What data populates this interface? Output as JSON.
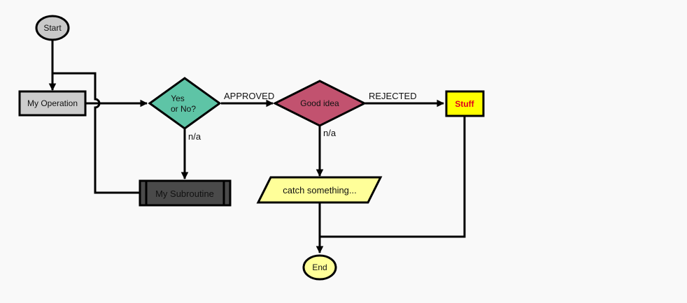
{
  "colors": {
    "background": "#f9f9f9",
    "start_end_gray": "#c9c9c9",
    "operation_gray": "#cccccc",
    "decision_green": "#5ec4a6",
    "decision_red": "#c2526f",
    "stuff_yellow": "#ffff00",
    "stuff_text_red": "#e0001b",
    "subroutine_dark": "#4a4a4a",
    "io_yellow": "#ffff99",
    "end_yellow": "#ffff99"
  },
  "nodes": {
    "start": {
      "label": "Start",
      "shape": "terminator"
    },
    "operation": {
      "label": "My Operation",
      "shape": "process"
    },
    "decision_yes_no": {
      "label_line1": "Yes",
      "label_line2": "or No?",
      "shape": "decision"
    },
    "decision_good_idea": {
      "label": "Good idea",
      "shape": "decision"
    },
    "stuff": {
      "label": "Stuff",
      "shape": "process"
    },
    "subroutine": {
      "label": "My Subroutine",
      "shape": "predefined-process"
    },
    "catch": {
      "label": "catch something...",
      "shape": "input-output"
    },
    "end": {
      "label": "End",
      "shape": "terminator"
    }
  },
  "edges": {
    "approved": "APPROVED",
    "rejected": "REJECTED",
    "na_yes_no": "n/a",
    "na_good_idea": "n/a"
  }
}
